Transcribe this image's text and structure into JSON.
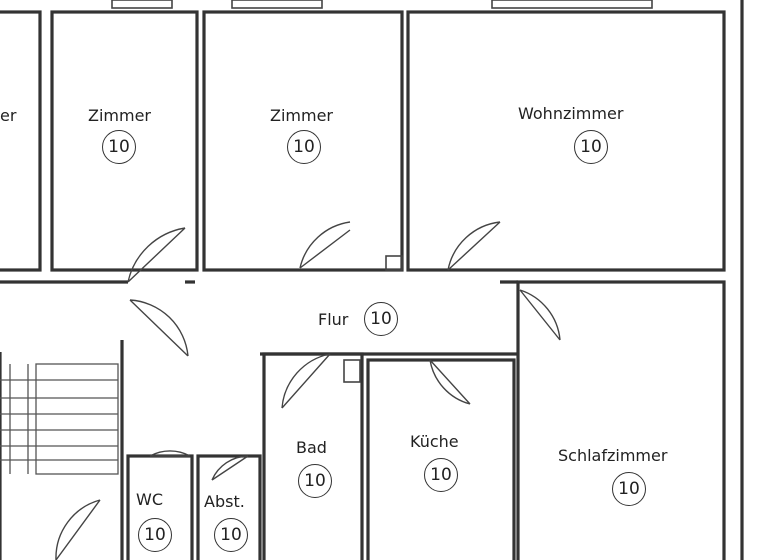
{
  "rooms": [
    {
      "id": "zimmer-partial",
      "name": "er",
      "number": ""
    },
    {
      "id": "zimmer-1",
      "name": "Zimmer",
      "number": "10"
    },
    {
      "id": "zimmer-2",
      "name": "Zimmer",
      "number": "10"
    },
    {
      "id": "wohnzimmer",
      "name": "Wohnzimmer",
      "number": "10"
    },
    {
      "id": "flur",
      "name": "Flur",
      "number": "10"
    },
    {
      "id": "bad",
      "name": "Bad",
      "number": "10"
    },
    {
      "id": "kueche",
      "name": "Küche",
      "number": "10"
    },
    {
      "id": "schlafzimmer",
      "name": "Schlafzimmer",
      "number": "10"
    },
    {
      "id": "wc",
      "name": "WC",
      "number": "10"
    },
    {
      "id": "abst",
      "name": "Abst.",
      "number": "10"
    }
  ]
}
